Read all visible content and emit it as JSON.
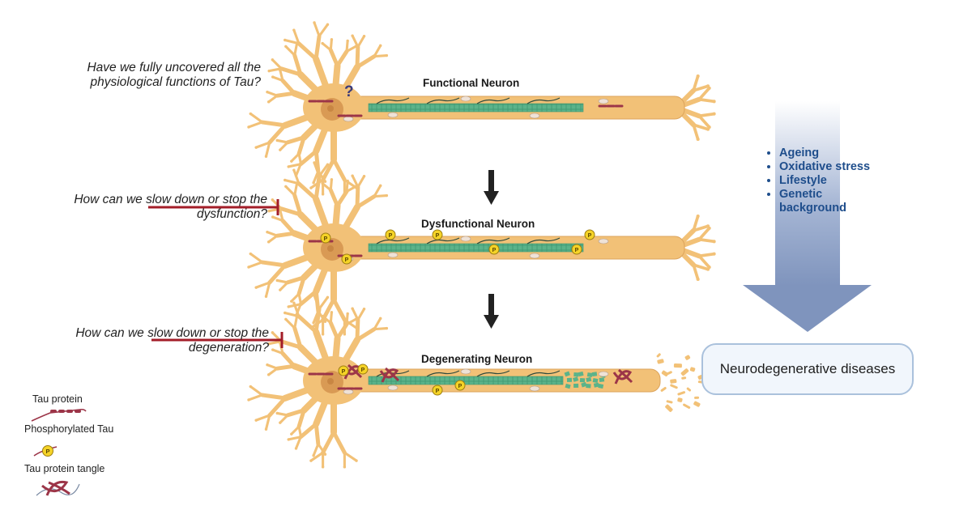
{
  "questions": {
    "q1": "Have we fully uncovered all the physiological functions of Tau?",
    "q2": "How can we slow down or stop the dysfunction?",
    "q3": "How can we slow down or stop the degeneration?"
  },
  "neurons": {
    "functional": "Functional Neuron",
    "dysfunctional": "Dysfunctional Neuron",
    "degenerating": "Degenerating Neuron"
  },
  "question_mark": "?",
  "p_label": "P",
  "risk_factors": [
    "Ageing",
    "Oxidative stress",
    "Lifestyle",
    "Genetic background"
  ],
  "disease": "Neurodegenerative diseases",
  "legend": {
    "tau": "Tau protein",
    "phospho": "Phosphorylated Tau",
    "tangle": "Tau protein tangle"
  },
  "colors": {
    "neuron_fill": "#f2c177",
    "neuron_edge": "#dca45c",
    "nucleus": "#d99a54",
    "microtubule": "#5bb38a",
    "tau": "#9c3548",
    "phospho_ball": "#f5d327",
    "inhibit": "#a31d28",
    "arrow_dark": "#222222",
    "risk_text": "#1f4e8c"
  }
}
